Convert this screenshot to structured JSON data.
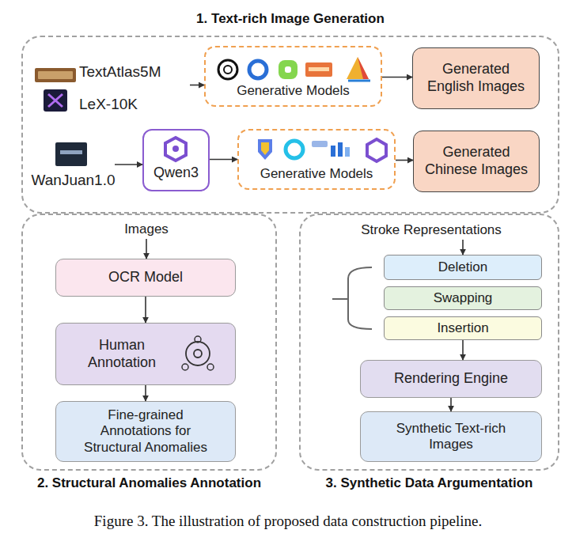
{
  "diagram": {
    "caption": "Figure 3. The illustration of proposed data construction pipeline.",
    "nodes": [
      {
        "text": [
          "1. Text-rich Image Generation"
        ]
      },
      {
        "text": [
          "TextAtlas5M",
          "LeX-10K"
        ],
        "in": 0
      },
      {
        "text": [
          "Generative Models"
        ],
        "in": 0
      },
      {
        "text": [
          "Generated English Images"
        ],
        "in": 0
      },
      {
        "text": [
          "WanJuan1.0"
        ],
        "in": 0
      },
      {
        "text": [
          "Qwen3"
        ],
        "in": 0
      },
      {
        "text": [
          "Generative Models"
        ],
        "in": 0
      },
      {
        "text": [
          "Generated Chinese Images"
        ],
        "in": 0
      },
      {
        "text": [
          "2. Structural Anomalies Annotation"
        ]
      },
      {
        "text": [
          "Images"
        ],
        "in": 8
      },
      {
        "text": [
          "OCR Model"
        ],
        "in": 8
      },
      {
        "text": [
          "Human Annotation"
        ],
        "in": 8
      },
      {
        "text": [
          "Fine-grained Annotations for Structural Anomalies"
        ],
        "in": 8
      },
      {
        "text": [
          "3. Synthetic Data Argumentation"
        ]
      },
      {
        "text": [
          "Stroke Representations"
        ],
        "in": 13
      },
      {
        "text": [
          "Deletion"
        ],
        "in": 13
      },
      {
        "text": [
          "Swapping"
        ],
        "in": 13
      },
      {
        "text": [
          "Insertion"
        ],
        "in": 13
      },
      {
        "text": [
          "Rendering Engine"
        ],
        "in": 13
      },
      {
        "text": [
          "Synthetic Text-rich Images"
        ],
        "in": 13
      }
    ],
    "edges": [
      {
        "from": 1,
        "to": 2,
        "arrow": "to"
      },
      {
        "from": 2,
        "to": 3,
        "arrow": "to"
      },
      {
        "from": 4,
        "to": 5,
        "arrow": "to"
      },
      {
        "from": 5,
        "to": 6,
        "arrow": "to"
      },
      {
        "from": 6,
        "to": 7,
        "arrow": "to"
      },
      {
        "from": 9,
        "to": 10,
        "arrow": "to"
      },
      {
        "from": 10,
        "to": 11,
        "arrow": "to"
      },
      {
        "from": 11,
        "to": 12,
        "arrow": "to"
      },
      {
        "from": 14,
        "to": 15,
        "arrow": "to"
      },
      {
        "from": 17,
        "to": 18,
        "arrow": "to"
      },
      {
        "from": 18,
        "to": 19,
        "arrow": "to"
      }
    ]
  }
}
